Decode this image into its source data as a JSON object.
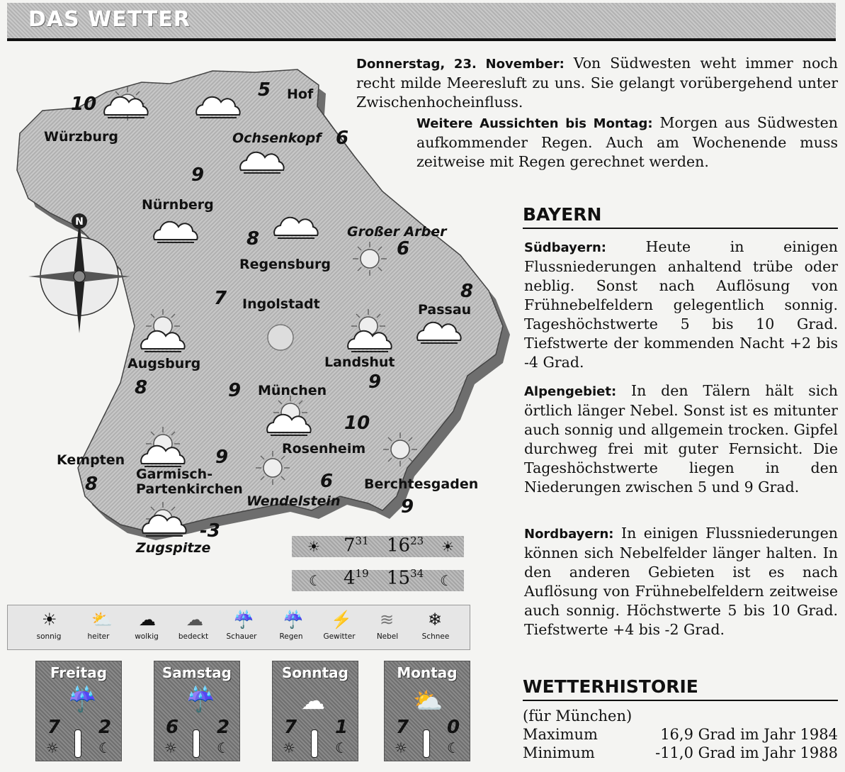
{
  "header": {
    "title": "DAS WETTER"
  },
  "map": {
    "cities": [
      {
        "id": "wuerzburg",
        "label": "Würzburg",
        "temp": "10"
      },
      {
        "id": "hof",
        "label": "Hof",
        "temp": "5"
      },
      {
        "id": "ochsenkopf",
        "label": "Ochsenkopf",
        "temp": "6"
      },
      {
        "id": "nuernberg",
        "label": "Nürnberg",
        "temp": "9"
      },
      {
        "id": "grosser-arber",
        "label": "Großer Arber",
        "temp": "6"
      },
      {
        "id": "regensburg",
        "label": "Regensburg",
        "temp": "8"
      },
      {
        "id": "passau",
        "label": "Passau",
        "temp": "8"
      },
      {
        "id": "ingolstadt",
        "label": "Ingolstadt",
        "temp": "7"
      },
      {
        "id": "augsburg",
        "label": "Augsburg",
        "temp": "8"
      },
      {
        "id": "landshut",
        "label": "Landshut",
        "temp": "9"
      },
      {
        "id": "muenchen",
        "label": "München",
        "temp": "9"
      },
      {
        "id": "rosenheim",
        "label": "Rosenheim",
        "temp": "10"
      },
      {
        "id": "kempten",
        "label": "Kempten",
        "temp": "8"
      },
      {
        "id": "garmisch",
        "label": "Garmisch-Partenkirchen",
        "label1": "Garmisch-",
        "label2": "Partenkirchen",
        "temp": "9"
      },
      {
        "id": "wendelstein",
        "label": "Wendelstein",
        "temp": "6"
      },
      {
        "id": "berchtesgaden",
        "label": "Berchtesgaden",
        "temp": "9"
      },
      {
        "id": "zugspitze",
        "label": "Zugspitze",
        "temp": "-3"
      }
    ],
    "sun_times": {
      "rise_h": "7",
      "rise_m": "31",
      "set_h": "16",
      "set_m": "23"
    },
    "moon_times": {
      "rise_h": "4",
      "rise_m": "19",
      "set_h": "15",
      "set_m": "34"
    }
  },
  "legend": [
    "sonnig",
    "heiter",
    "wolkig",
    "bedeckt",
    "Schauer",
    "Regen",
    "Gewitter",
    "Nebel",
    "Schnee"
  ],
  "days": [
    {
      "name": "Freitag",
      "hi": "7",
      "lo": "2",
      "icon": "rain-cloud-icon"
    },
    {
      "name": "Samstag",
      "hi": "6",
      "lo": "2",
      "icon": "rain-cloud-icon"
    },
    {
      "name": "Sonntag",
      "hi": "7",
      "lo": "1",
      "icon": "cloud-icon"
    },
    {
      "name": "Montag",
      "hi": "7",
      "lo": "0",
      "icon": "partly-cloudy-icon"
    }
  ],
  "forecast": {
    "today_label": "Donnerstag, 23. November:",
    "today_text": "Von Südwesten weht immer noch recht milde Meeresluft zu uns. Sie gelangt vorübergehend unter Zwischenhocheinfluss.",
    "outlook_label": "Weitere Aussichten bis Montag:",
    "outlook_text": "Morgen aus Südwesten aufkommender Regen. Auch am Wochenende muss zeitweise mit Regen gerechnet werden."
  },
  "bayern": {
    "title": "BAYERN",
    "sued_label": "Südbayern:",
    "sued_text": "Heute in einigen Flussniederungen anhaltend trübe oder neblig. Sonst nach Auflösung von Frühnebelfeldern gelegentlich sonnig. Tageshöchstwerte 5 bis 10 Grad. Tiefstwerte der kommenden Nacht +2 bis -4 Grad.",
    "alpen_label": "Alpengebiet:",
    "alpen_text": "In den Tälern hält sich örtlich länger Nebel. Sonst ist es mitunter auch sonnig und allgemein trocken. Gipfel durchweg frei mit guter Fernsicht. Die Tageshöchstwerte liegen in den Niederungen zwischen 5 und 9 Grad.",
    "nord_label": "Nordbayern:",
    "nord_text": "In einigen Flussniederungen können sich Nebelfelder länger halten. In den anderen Gebieten ist es nach Auflösung von Frühnebelfeldern zeitweise auch sonnig. Höchstwerte 5 bis 10 Grad. Tiefstwerte +4 bis -2 Grad."
  },
  "history": {
    "title": "WETTERHISTORIE",
    "subtitle": "(für München)",
    "max_label": "Maximum",
    "max_value": "16,9 Grad im Jahr 1984",
    "min_label": "Minimum",
    "min_value": "-11,0 Grad im Jahr 1988"
  }
}
